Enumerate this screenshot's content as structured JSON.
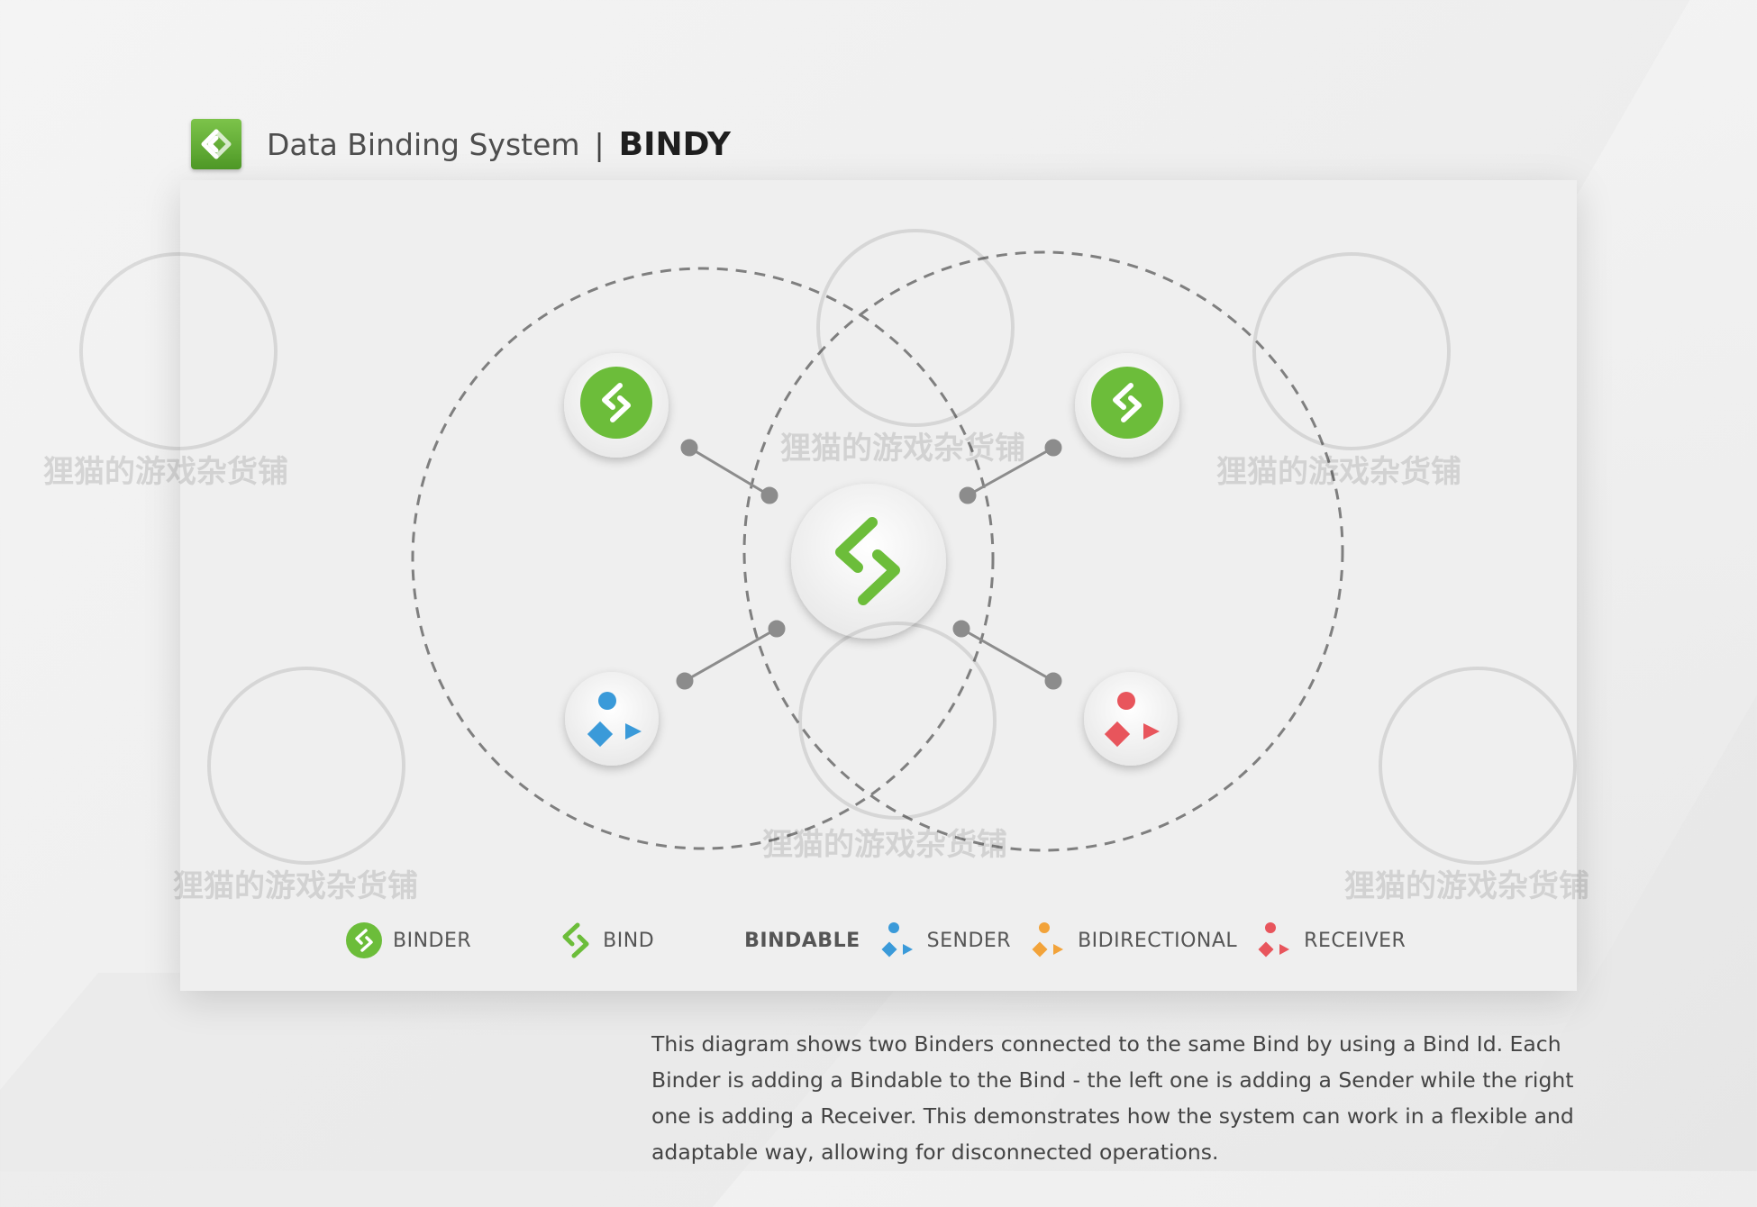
{
  "header": {
    "title": "Data Binding System",
    "separator": "|",
    "brand": "BINDY",
    "logo_icon": "bindy-logo-icon"
  },
  "diagram": {
    "nodes": [
      {
        "id": "binder-left",
        "kind": "binder",
        "icon": "binder-icon"
      },
      {
        "id": "binder-right",
        "kind": "binder",
        "icon": "binder-icon"
      },
      {
        "id": "bind-center",
        "kind": "bind",
        "icon": "bind-icon"
      },
      {
        "id": "sender",
        "kind": "sender",
        "icon": "bindable-sender-icon"
      },
      {
        "id": "receiver",
        "kind": "receiver",
        "icon": "bindable-receiver-icon"
      }
    ],
    "connections": [
      [
        "binder-left",
        "bind-center"
      ],
      [
        "binder-right",
        "bind-center"
      ],
      [
        "sender",
        "bind-center"
      ],
      [
        "receiver",
        "bind-center"
      ]
    ]
  },
  "legend": {
    "binder": "BINDER",
    "bind": "BIND",
    "bindable": "BINDABLE",
    "sender": "SENDER",
    "bidirectional": "BIDIRECTIONAL",
    "receiver": "RECEIVER"
  },
  "description": "This diagram shows two Binders connected to the same Bind by using a Bind Id. Each Binder is adding a Bindable to the Bind - the left one is adding a Sender while the right one is adding a Receiver. This demonstrates how the system can work in a flexible and adaptable way, allowing for disconnected operations.",
  "watermark": "狸猫的游戏杂货铺",
  "colors": {
    "green": "#6cbd3a",
    "sender_blue": "#3a9ad9",
    "bidirectional_orange": "#f2a33a",
    "receiver_red": "#e8555c",
    "connector_gray": "#8c8c8c"
  }
}
